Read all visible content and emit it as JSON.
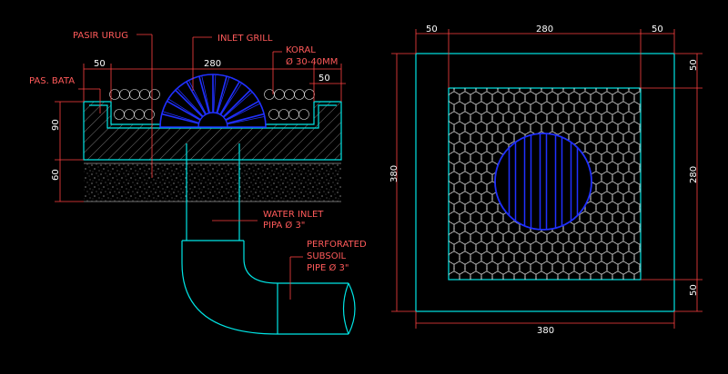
{
  "section": {
    "labels": {
      "pasir_urug": "PASIR URUG",
      "inlet_grill": "INLET GRILL",
      "koral": "KORAL",
      "koral_size": "Ø 30-40MM",
      "pas_bata": "PAS. BATA",
      "water_inlet": "WATER INLET",
      "water_inlet_pipe": "PIPA Ø 3\"",
      "perforated": "PERFORATED",
      "subsoil": "SUBSOIL",
      "subsoil_pipe": "PIPE Ø 3\""
    },
    "dims": {
      "top_left": "50",
      "top_mid": "280",
      "top_right": "50",
      "vert_upper": "90",
      "vert_lower": "60"
    }
  },
  "plan": {
    "dims": {
      "top_left": "50",
      "top_mid": "280",
      "top_right": "50",
      "bottom": "380",
      "left": "380",
      "right_top": "50",
      "right_mid": "280",
      "right_bottom": "50"
    }
  },
  "colors": {
    "label": "#ff5a5a",
    "outline": "#00e5e5",
    "grill": "#2030ff",
    "dimension": "#ff4040",
    "background": "#000000"
  }
}
